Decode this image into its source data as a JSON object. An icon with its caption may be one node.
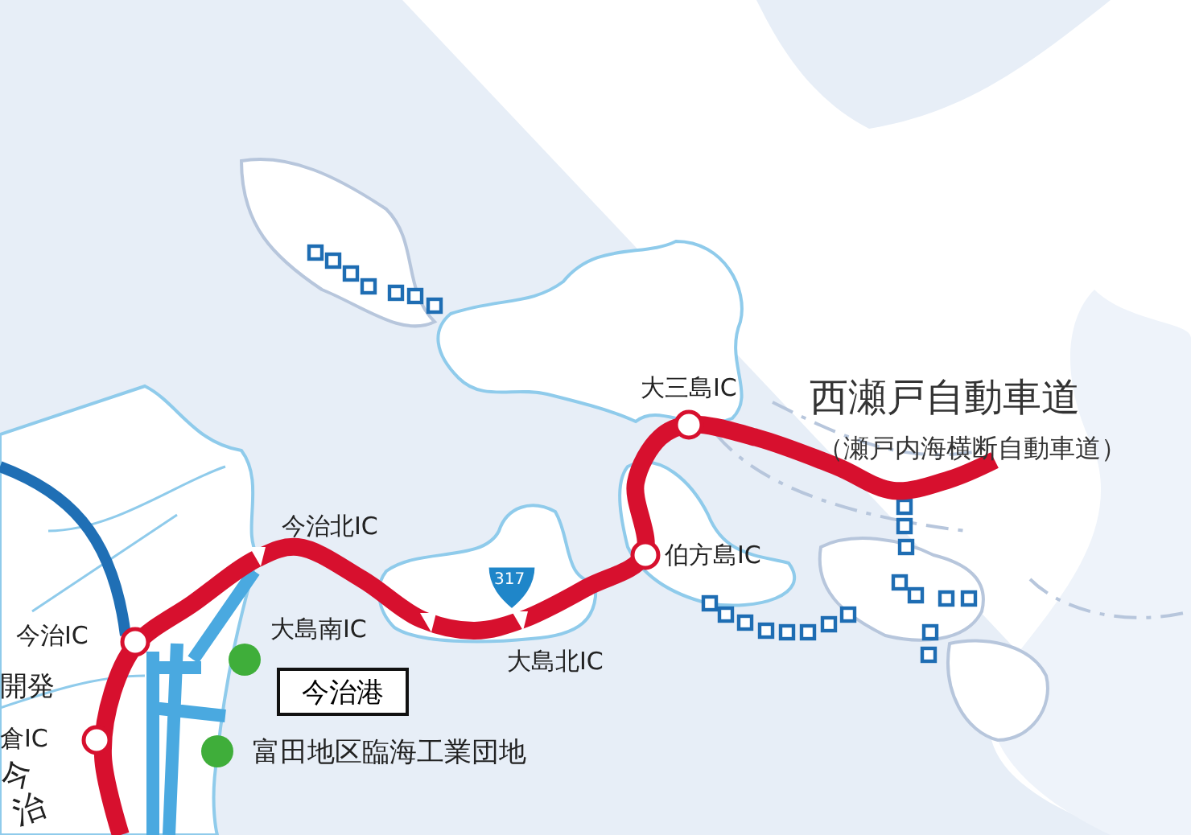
{
  "diagram": {
    "nodes": [
      {
        "text": [
          "今治港"
        ]
      }
    ],
    "labels": [
      "大三島IC",
      "西瀬戸自動車道",
      "（瀬戸内海横断自動車道）",
      "今治北IC",
      "伯方島IC",
      "317",
      "今治IC",
      "大島南IC",
      "大島北IC",
      "開発",
      "倉IC",
      "富田地区臨海工業団地",
      "今治"
    ]
  }
}
